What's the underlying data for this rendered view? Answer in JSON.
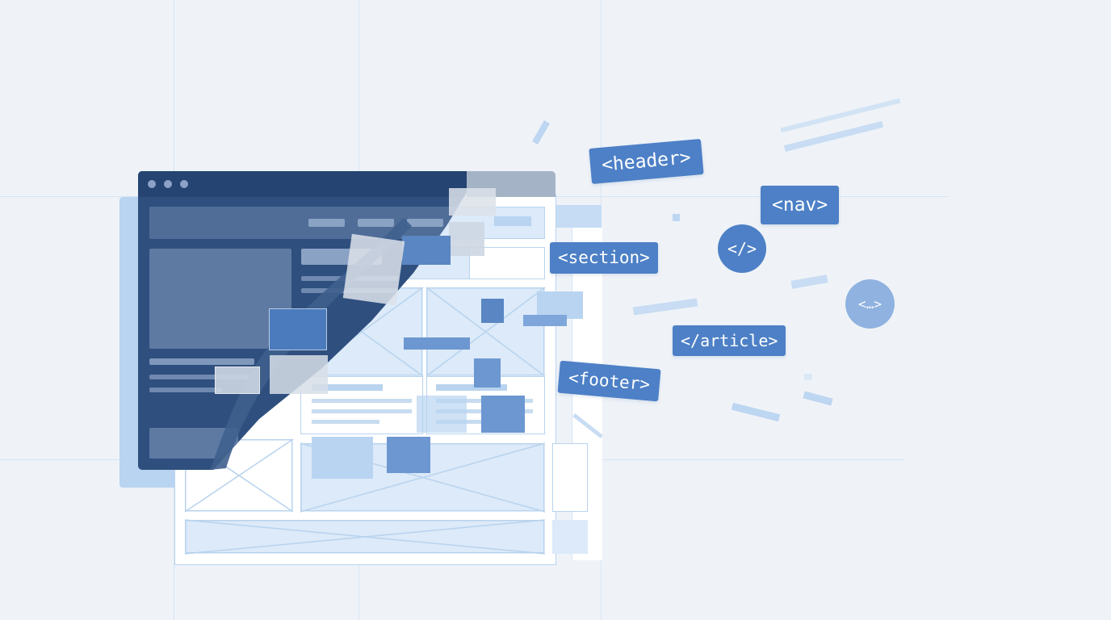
{
  "illustration": {
    "browser_window": {
      "controls": [
        "window-dot",
        "window-dot",
        "window-dot"
      ],
      "colors": {
        "frame": "#2f4f7e",
        "titlebar": "#254471",
        "wireframe_fill": "#dceaf9",
        "tag_fill": "#4d80c6"
      }
    },
    "tags": {
      "header": "<header>",
      "nav": "<nav>",
      "section": "<section>",
      "article_close": "</article>",
      "footer": "<footer>",
      "code_circle": "</>",
      "ellipsis_circle": "<…>"
    }
  }
}
